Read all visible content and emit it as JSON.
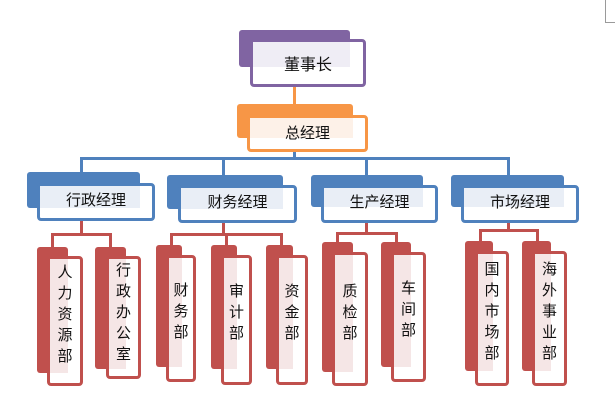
{
  "colors": {
    "board": "#8064a2",
    "board_tint": "#efedf5",
    "gm": "#f79646",
    "gm_tint": "#fdf1e8",
    "manager": "#4f81bd",
    "manager_tint": "#e9eef6",
    "dept": "#c0504d",
    "dept_tint": "#f5e6e6"
  },
  "chart": {
    "root": {
      "label": "董事长"
    },
    "gm": {
      "label": "总经理"
    },
    "managers": [
      {
        "label": "行政经理",
        "departments": [
          {
            "label": "人力资源部"
          },
          {
            "label": "行政办公室"
          }
        ]
      },
      {
        "label": "财务经理",
        "departments": [
          {
            "label": "财务部"
          },
          {
            "label": "审计部"
          },
          {
            "label": "资金部"
          }
        ]
      },
      {
        "label": "生产经理",
        "departments": [
          {
            "label": "质检部"
          },
          {
            "label": "车间部"
          }
        ]
      },
      {
        "label": "市场经理",
        "departments": [
          {
            "label": "国内市场部"
          },
          {
            "label": "海外事业部"
          }
        ]
      }
    ]
  }
}
